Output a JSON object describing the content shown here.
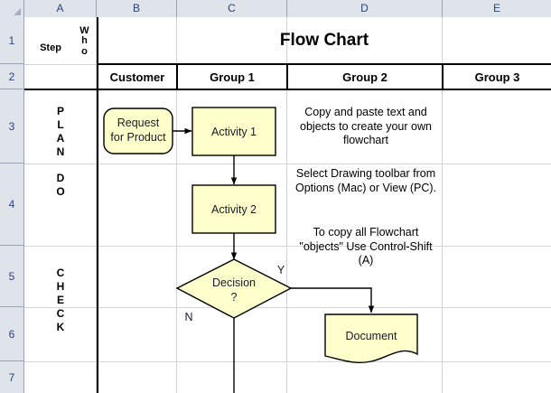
{
  "spreadsheet": {
    "columns": [
      "A",
      "B",
      "C",
      "D",
      "E"
    ],
    "rows": [
      "1",
      "2",
      "3",
      "4",
      "5",
      "6",
      "7"
    ],
    "corner_name": "select-all-corner"
  },
  "header": {
    "step_label": "Step",
    "who_label": "Who",
    "who_letters": [
      "W",
      "h",
      "o"
    ],
    "title": "Flow Chart",
    "groups": [
      "Customer",
      "Group 1",
      "Group 2",
      "Group 3"
    ]
  },
  "phases": [
    {
      "name": "plan",
      "letters": [
        "P",
        "L",
        "A",
        "N"
      ]
    },
    {
      "name": "do",
      "letters": [
        "D",
        "O"
      ]
    },
    {
      "name": "check",
      "letters": [
        "C",
        "H",
        "E",
        "C",
        "K"
      ]
    }
  ],
  "notes": [
    "Copy and paste text and objects to create your own flowchart",
    "Select Drawing toolbar from Options (Mac) or View (PC).",
    "To copy all Flowchart \"objects\" Use Control-Shift (A)"
  ],
  "flowchart": {
    "shapes": [
      {
        "id": "start",
        "type": "rounded-rect",
        "label_lines": [
          "Request",
          "for Product"
        ]
      },
      {
        "id": "activity1",
        "type": "rect",
        "label_lines": [
          "Activity 1"
        ]
      },
      {
        "id": "activity2",
        "type": "rect",
        "label_lines": [
          "Activity 2"
        ]
      },
      {
        "id": "decision",
        "type": "diamond",
        "label_lines": [
          "Decision",
          "?"
        ]
      },
      {
        "id": "document",
        "type": "document",
        "label_lines": [
          "Document"
        ]
      }
    ],
    "branch_labels": {
      "yes": "Y",
      "no": "N"
    },
    "fill_color": "#FFFFCC",
    "stroke_color": "#000000"
  }
}
